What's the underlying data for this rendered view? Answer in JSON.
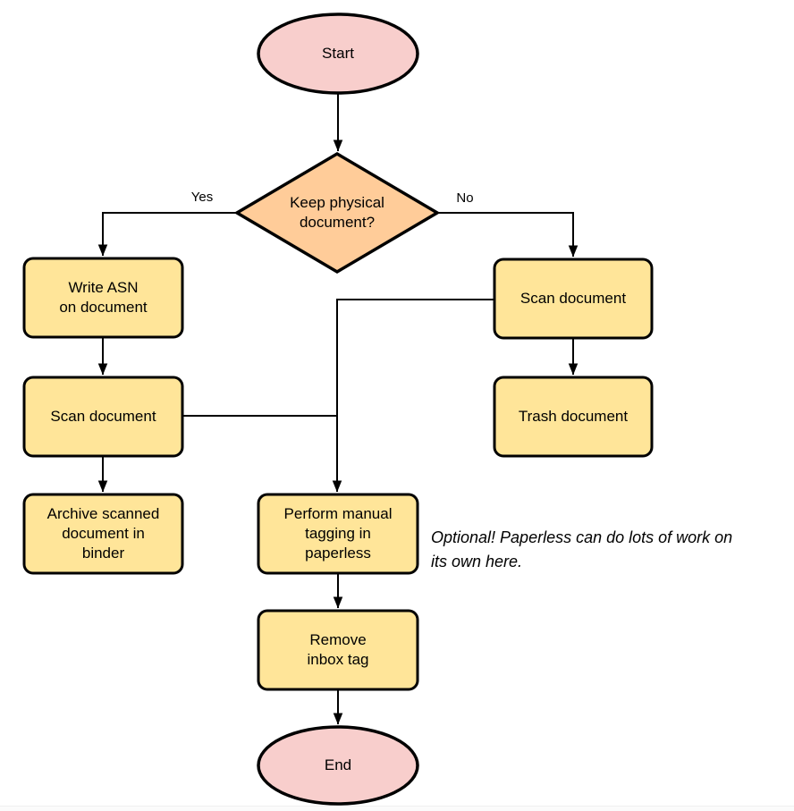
{
  "diagram": {
    "type": "flowchart",
    "nodes": {
      "start": {
        "label": "Start",
        "shape": "ellipse"
      },
      "decision": {
        "label": "Keep physical\ndocument?",
        "shape": "diamond"
      },
      "write_asn": {
        "label": "Write ASN\non document",
        "shape": "process"
      },
      "scan_keep": {
        "label": "Scan document",
        "shape": "process"
      },
      "archive": {
        "label": "Archive scanned\ndocument in\nbinder",
        "shape": "process"
      },
      "scan_discard": {
        "label": "Scan document",
        "shape": "process"
      },
      "trash": {
        "label": "Trash document",
        "shape": "process"
      },
      "tagging": {
        "label": "Perform manual\ntagging in\npaperless",
        "shape": "process"
      },
      "remove_inbox_tag": {
        "label": "Remove\ninbox tag",
        "shape": "process"
      },
      "end": {
        "label": "End",
        "shape": "ellipse"
      }
    },
    "edge_labels": {
      "yes": "Yes",
      "no": "No"
    },
    "note": {
      "text": "Optional! Paperless can do lots of work on\nits own here."
    },
    "colors": {
      "terminal_fill": "#f8cecc",
      "decision_fill": "#ffcc99",
      "process_fill": "#ffe599",
      "stroke": "#000000",
      "text": "#000000"
    }
  }
}
